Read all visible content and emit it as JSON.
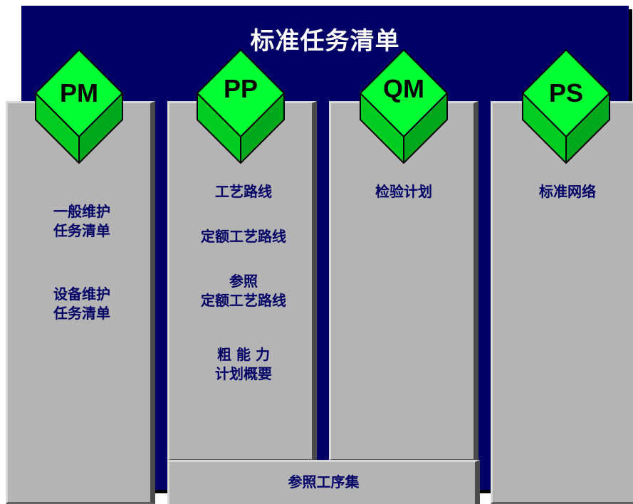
{
  "title": "标准任务清单",
  "colors": {
    "band": "#000066",
    "column": "#b4b4b4",
    "cube_top": "#00ff33",
    "cube_left": "#00cc22",
    "cube_right": "#00a81c",
    "item_text": "#000066"
  },
  "modules": [
    {
      "label": "PM",
      "items": [
        "一般维护\n任务清单",
        "设备维护\n任务清单"
      ]
    },
    {
      "label": "PP",
      "items": [
        "工艺路线",
        "定额工艺路线",
        "参照\n定额工艺路线",
        "粗 能 力\n计划概要"
      ]
    },
    {
      "label": "QM",
      "items": [
        "检验计划"
      ]
    },
    {
      "label": "PS",
      "items": [
        "标准网络"
      ]
    }
  ],
  "shared": "参照工序集"
}
